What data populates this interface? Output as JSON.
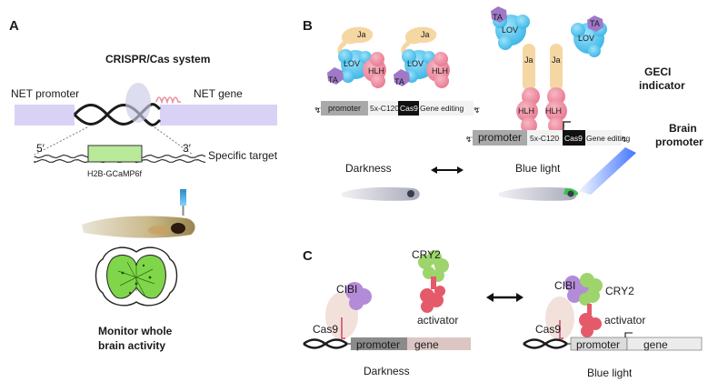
{
  "panel_a": {
    "letter": "A",
    "title": "CRISPR/Cas system",
    "net_promoter": "NET promoter",
    "net_gene": "NET gene",
    "five_prime": "5′",
    "three_prime": "3′",
    "construct": "H2B-GCaMP6f",
    "specific_target": "Specific target",
    "monitor_line1": "Monitor whole",
    "monitor_line2": "brain activity"
  },
  "panel_b": {
    "letter": "B",
    "ja": "Ja",
    "lov": "LOV",
    "hlh": "HLH",
    "ta": "TA",
    "promoter": "promoter",
    "array": "5x-C120",
    "cas9": "Cas9",
    "gene_editing": "Gene editing",
    "geci_line1": "GECI",
    "geci_line2": "indicator",
    "brain_line1": "Brain",
    "brain_line2": "promoter",
    "darkness": "Darkness",
    "blue_light": "Blue light"
  },
  "panel_c": {
    "letter": "C",
    "cibi": "CIBI",
    "cry2": "CRY2",
    "activator": "activator",
    "cas9": "Cas9",
    "promoter": "promoter",
    "gene": "gene",
    "darkness": "Darkness",
    "blue_light": "Blue light"
  },
  "colors": {
    "lavender_gene": "#d9d2f5",
    "lov_blue": "#5bc8ef",
    "ja_peach": "#f5d7a3",
    "hlh_pink": "#f08a9f",
    "ta_purple": "#9f78c7",
    "construct_green": "#b8ea9a",
    "cry2_green": "#9ed46c",
    "cibi_purple": "#b48bd8",
    "activator_red": "#e55a6a",
    "brain_green": "#7fd64a"
  }
}
